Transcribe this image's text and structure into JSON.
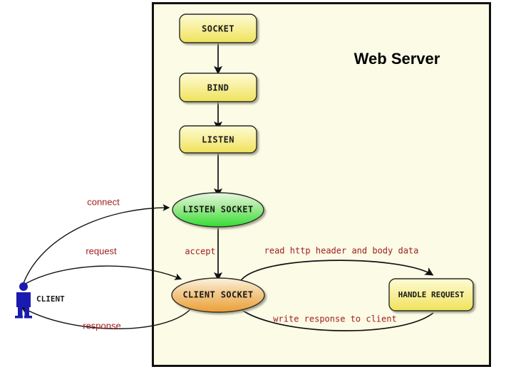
{
  "diagram": {
    "title": "Web Server",
    "frame_fill": "#fbfbe6",
    "frame_stroke": "#111111",
    "actor": {
      "name": "client-actor",
      "label": "CLIENT",
      "color": "#1a1ab0"
    },
    "nodes": [
      {
        "id": "socket",
        "label": "SOCKET",
        "shape": "rounded-box",
        "fill": "#f5e97a"
      },
      {
        "id": "bind",
        "label": "BIND",
        "shape": "rounded-box",
        "fill": "#f5e97a"
      },
      {
        "id": "listen",
        "label": "LISTEN",
        "shape": "rounded-box",
        "fill": "#f5e97a"
      },
      {
        "id": "listen-socket",
        "label": "LISTEN SOCKET",
        "shape": "ellipse",
        "fill": "#4ee04e"
      },
      {
        "id": "client-socket",
        "label": "CLIENT SOCKET",
        "shape": "ellipse",
        "fill": "#eda244"
      },
      {
        "id": "handle-request",
        "label": "HANDLE REQUEST",
        "shape": "rounded-box",
        "fill": "#f5e97a"
      }
    ],
    "edges": [
      {
        "id": "socket-bind",
        "label": ""
      },
      {
        "id": "bind-listen",
        "label": ""
      },
      {
        "id": "listen-listensocket",
        "label": ""
      },
      {
        "id": "accept",
        "label": "accept"
      },
      {
        "id": "connect",
        "label": "connect"
      },
      {
        "id": "request",
        "label": "request"
      },
      {
        "id": "response",
        "label": "response"
      },
      {
        "id": "read-http",
        "label": "read http header and body data"
      },
      {
        "id": "write-response",
        "label": "write response to client"
      }
    ],
    "label_color": "#a02020"
  }
}
